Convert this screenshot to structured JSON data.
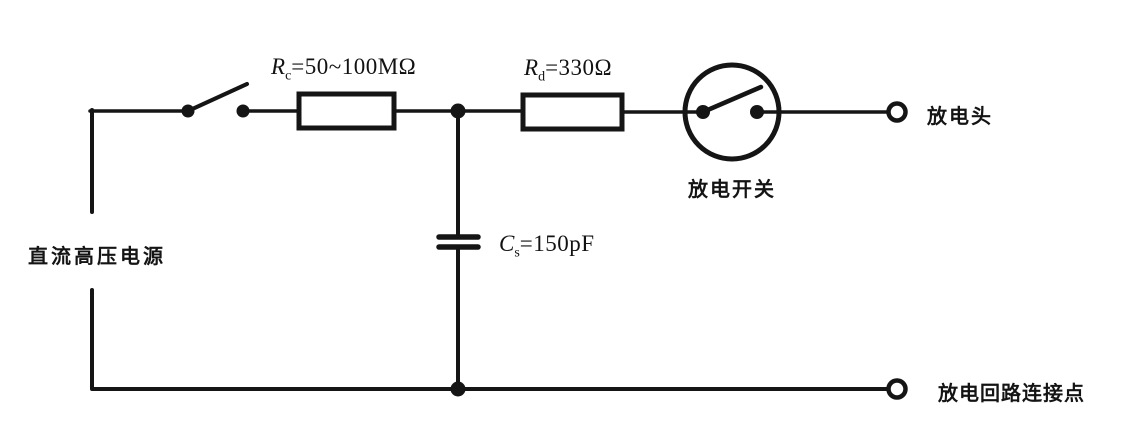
{
  "diagram": {
    "title_implied": "ESD generator discharge circuit",
    "ink_color": "#151515",
    "background_color": "#ffffff",
    "labels": {
      "dc_source": "直流高压电源",
      "discharge_switch": "放电开关",
      "discharge_tip": "放电头",
      "return_point": "放电回路连接点"
    },
    "components": {
      "rc": {
        "symbol": "R",
        "sub": "c",
        "value": "=50~100MΩ"
      },
      "rd": {
        "symbol": "R",
        "sub": "d",
        "value": "=330Ω"
      },
      "cs": {
        "symbol": "C",
        "sub": "s",
        "value": "=150pF"
      }
    }
  }
}
